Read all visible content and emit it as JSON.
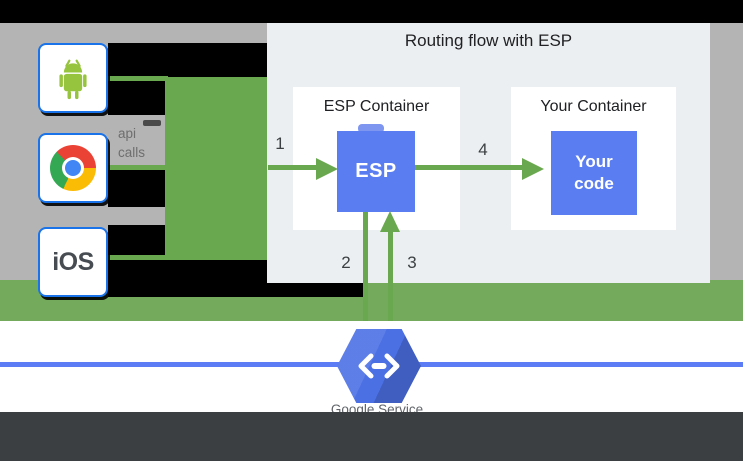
{
  "diagram": {
    "title": "Routing flow with ESP",
    "api_calls": {
      "line1": "api",
      "line2": "calls"
    },
    "clients": [
      {
        "name": "android",
        "icon": "android-icon"
      },
      {
        "name": "chrome",
        "icon": "chrome-icon"
      },
      {
        "name": "ios",
        "label": "iOS"
      }
    ],
    "containers": [
      {
        "title": "ESP Container",
        "box_label": "ESP"
      },
      {
        "title": "Your Container",
        "box_label": "Your code"
      }
    ],
    "step_labels": [
      "1",
      "2",
      "3",
      "4"
    ],
    "footer_label": "Google Service"
  },
  "colors": {
    "top_bar": "#000000",
    "gray_backdrop": "#b4b4b4",
    "panel_bg": "#eceff1",
    "green": "#6aa84f",
    "green_band": "#74aa5b",
    "blue_box": "#5b7df2",
    "line_blue": "#5b7cf4",
    "hexagon_blue": "#4b70e4",
    "card_border": "#1a73e8",
    "text_dark": "#3c4043",
    "label_gray": "#6e6e6e",
    "service_gray": "#5f6368",
    "dark_bar": "#3b3f42",
    "ios_text": "#474c52",
    "android_green": "#97c43e",
    "chrome_red": "#ea4335",
    "chrome_yellow": "#fbbc05",
    "chrome_green": "#34a853",
    "chrome_blue": "#4285f4"
  }
}
